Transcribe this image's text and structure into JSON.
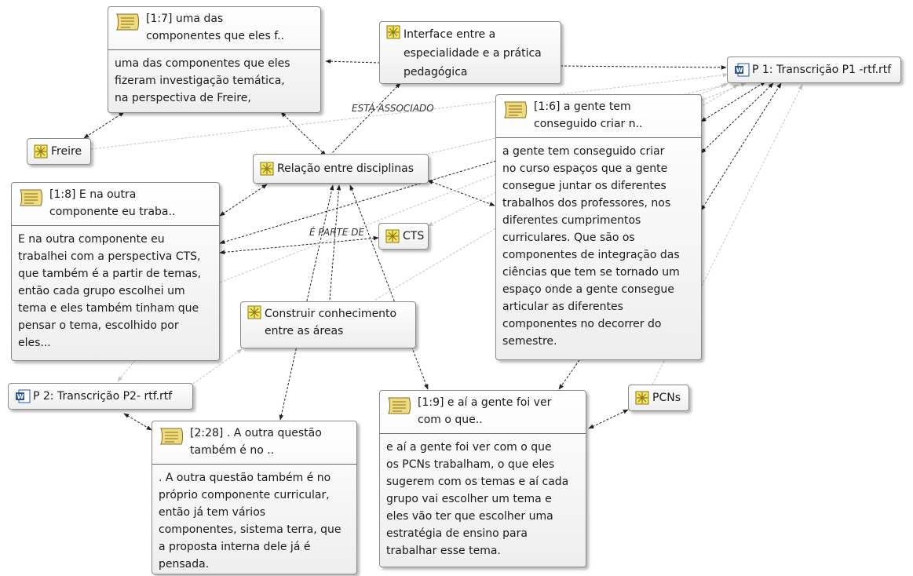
{
  "nodes": {
    "q17": {
      "header": "[1:7] uma das\ncomponentes que eles f..",
      "body": "uma das componentes que eles\nfizeram investigação temática,\nna perspectiva de Freire,"
    },
    "interface": {
      "label": "Interface entre a\nespecialidade e a prática\npedagógica"
    },
    "p1": {
      "label": "P 1: Transcrição P1 -rtf.rtf"
    },
    "q16": {
      "header": "[1:6] a gente tem\nconseguido criar n..",
      "body": " a gente tem conseguido criar\nno curso espaços que a gente\nconsegue juntar os diferentes\ntrabalhos dos professores, nos\ndiferentes cumprimentos\ncurriculares. Que são os\ncomponentes de integração das\nciências que tem se tornado um\nespaço onde a gente consegue\narticular as diferentes\ncomponentes no decorrer do\nsemestre."
    },
    "freire": {
      "label": "Freire"
    },
    "relacao": {
      "label": "Relação entre disciplinas"
    },
    "q18": {
      "header": "[1:8] E na outra\ncomponente eu traba..",
      "body": " E na outra componente eu\ntrabalhei com a perspectiva CTS,\nque também é a partir de temas,\nentão cada grupo escolhei um\ntema e eles também tinham que\npensar o tema, escolhido por\neles..."
    },
    "cts": {
      "label": "CTS"
    },
    "construir": {
      "label": "Construir conhecimento\nentre as áreas"
    },
    "p2": {
      "label": "P 2: Transcrição P2- rtf.rtf"
    },
    "q228": {
      "header": "[2:28] . A outra questão\ntambém é no ..",
      "body": ". A outra questão também é no\npróprio componente curricular,\nentão já tem vários\ncomponentes, sistema terra, que\na proposta interna dele já é\npensada."
    },
    "q19": {
      "header": "[1:9] e aí a gente foi ver\ncom o que..",
      "body": " e aí a gente foi ver com o que\nos PCNs trabalham, o que eles\nsugerem com os temas e aí cada\ngrupo vai escolher um tema e\neles vão ter que escolher uma\nestratégia de ensino para\ntrabalhar esse tema."
    },
    "pcns": {
      "label": "PCNs"
    }
  },
  "relations": {
    "associated": "ESTÁ ASSOCIADO",
    "part_of": "É PARTE DE"
  },
  "icons": {
    "code": "code-icon",
    "quotation": "memo-icon",
    "document": "word-doc-icon"
  },
  "colors": {
    "strong_link": "#222222",
    "weak_link": "#c4c4c4",
    "code_icon_fill": "#f4e46a",
    "code_icon_stroke": "#8a7a10",
    "memo_fill": "#f0dc80",
    "word_blue": "#2b5797"
  }
}
